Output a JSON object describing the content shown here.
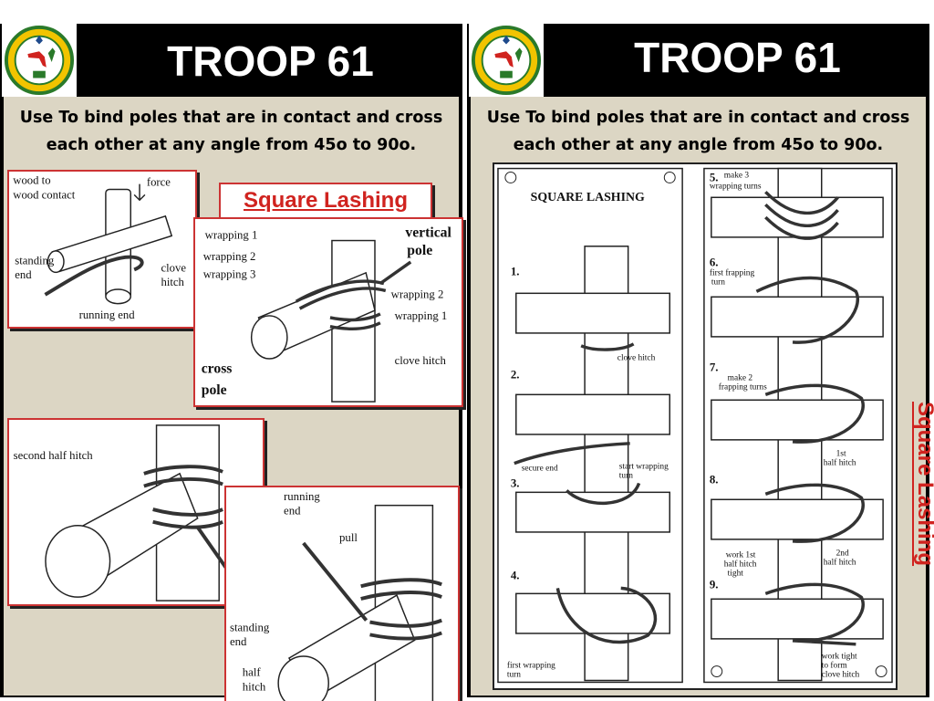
{
  "left": {
    "title": "TROOP 61",
    "description": "Use To bind poles that are in contact and cross each other at any angle from 45o to 90o.",
    "tag": "Square Lashing",
    "fig1": {
      "wood_to": "wood to",
      "wood_contact": "wood contact",
      "force": "force",
      "standing": "standing",
      "end": "end",
      "clove": "clove",
      "hitch": "hitch",
      "running_end": "running end"
    },
    "fig2": {
      "wrapping1": "wrapping 1",
      "wrapping2": "wrapping 2",
      "wrapping3": "wrapping 3",
      "vertical": "vertical",
      "pole": "pole",
      "wrapping2b": "wrapping 2",
      "wrapping1b": "wrapping 1",
      "clove_hitch": "clove hitch",
      "cross": "cross",
      "pole2": "pole"
    },
    "fig3": {
      "second_half_hitch": "second half hitch",
      "pull": "pull"
    },
    "fig4": {
      "running": "running",
      "end": "end",
      "pull": "pull",
      "standing": "standing",
      "end2": "end",
      "half": "half",
      "hitch": "hitch"
    }
  },
  "right": {
    "title": "TROOP 61",
    "description": "Use To bind poles that are in contact and cross each other at any angle from 45o to 90o.",
    "vertical_tag": "Square Lashing",
    "sheet_title": "SQUARE LASHING",
    "steps": {
      "s1": "1.",
      "s2": "2.",
      "s3": "3.",
      "s4": "4.",
      "s5": "5.",
      "s6": "6.",
      "s7": "7.",
      "s8": "8.",
      "s9": "9."
    },
    "labels": {
      "clove_hitch": "clove hitch",
      "secure_end": "secure end",
      "start_wrapping": "start wrapping",
      "turn": "turn",
      "first_wrapping": "first wrapping",
      "turn2": "turn",
      "make3": "make 3",
      "wrapping_turns": "wrapping turns",
      "first_frapping": "first frapping",
      "turn3": "turn",
      "make2": "make 2",
      "frapping_turns": "frapping turns",
      "first": "1st",
      "half_hitch": "half hitch",
      "work1": "work 1st",
      "half_hitch2": "half hitch",
      "tight": "tight",
      "second": "2nd",
      "half_hitch3": "half hitch",
      "work_tight": "work tight",
      "to_form": "to form",
      "clove_hitch2": "clove hitch"
    }
  },
  "colors": {
    "accent": "#d0231f",
    "header": "#000000",
    "panel_bg": "#dcd6c4"
  }
}
